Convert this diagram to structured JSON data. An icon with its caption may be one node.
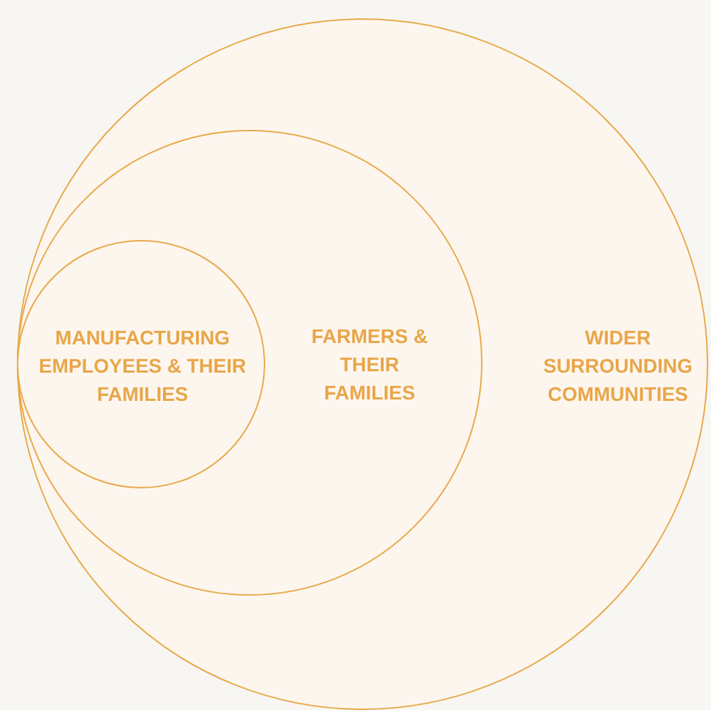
{
  "diagram": {
    "nodes": [
      {
        "text": [
          "WIDER SURROUNDING COMMUNITIES"
        ]
      },
      {
        "text": [
          "FARMERS & THEIR FAMILIES"
        ],
        "in": 0
      },
      {
        "text": [
          "MANUFACTURING EMPLOYEES & THEIR FAMILIES"
        ],
        "in": 1
      }
    ]
  }
}
